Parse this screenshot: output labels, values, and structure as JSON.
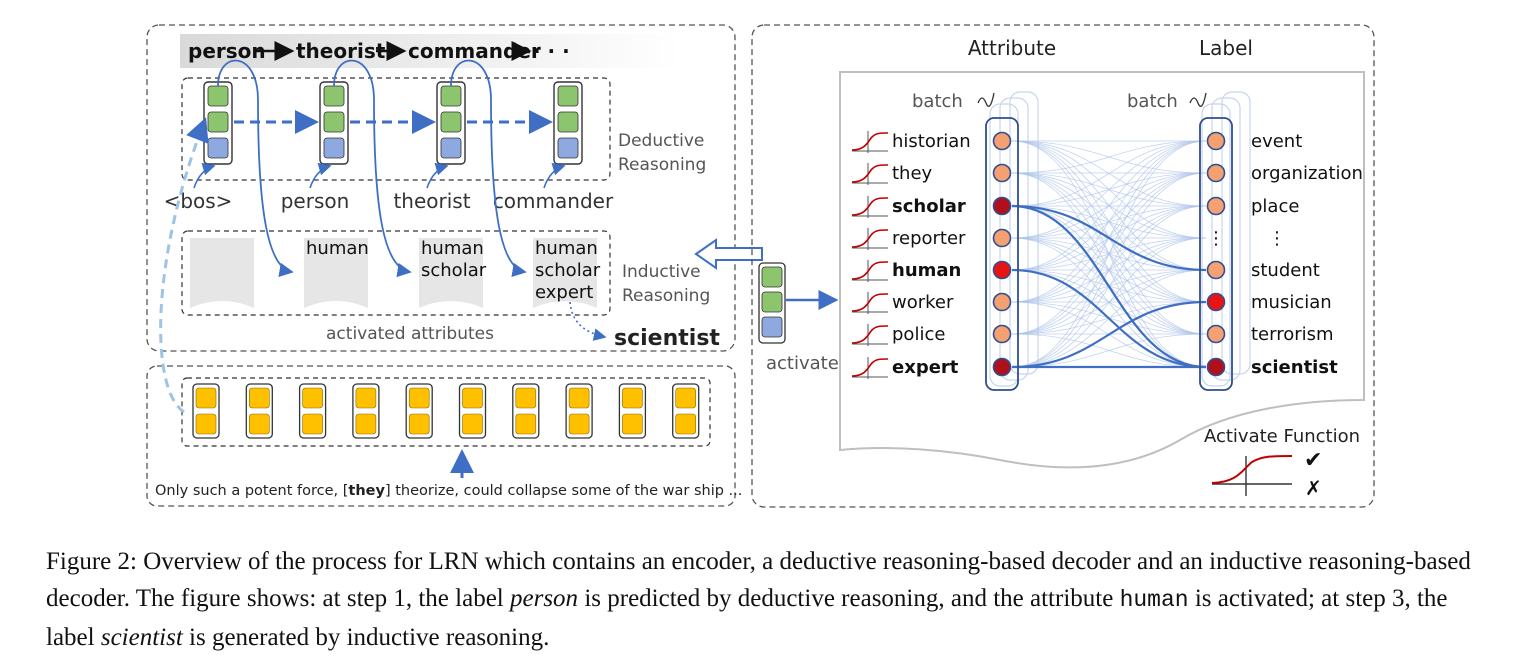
{
  "deductive": {
    "chain": [
      "person",
      "theorist",
      "commander",
      "· · ·"
    ],
    "inputs": [
      "<bos>",
      "person",
      "theorist",
      "commander"
    ],
    "label": [
      "Deductive",
      "Reasoning"
    ]
  },
  "inductive": {
    "label": [
      "Inductive",
      "Reasoning"
    ],
    "cards": [
      [],
      [
        "human"
      ],
      [
        "human",
        "scholar"
      ],
      [
        "human",
        "scholar",
        "expert"
      ]
    ],
    "caption": "activated attributes",
    "output": "scientist"
  },
  "encoder": {
    "sentence_parts": [
      "Only such a potent force, [",
      "they",
      "] theorize, could collapse some of the war ship ..."
    ]
  },
  "activate_label": "activate",
  "network": {
    "attribute_header": "Attribute",
    "label_header": "Label",
    "batch": "batch",
    "attributes": [
      {
        "name": "historian",
        "bold": false,
        "color": "#f4a070"
      },
      {
        "name": "they",
        "bold": false,
        "color": "#f4a070"
      },
      {
        "name": "scholar",
        "bold": true,
        "color": "#b0101a"
      },
      {
        "name": "reporter",
        "bold": false,
        "color": "#f4a070"
      },
      {
        "name": "human",
        "bold": true,
        "color": "#e81414"
      },
      {
        "name": "worker",
        "bold": false,
        "color": "#f4a070"
      },
      {
        "name": "police",
        "bold": false,
        "color": "#f4a070"
      },
      {
        "name": "expert",
        "bold": true,
        "color": "#b0101a"
      }
    ],
    "labels": [
      {
        "name": "event",
        "bold": false,
        "color": "#f4a070"
      },
      {
        "name": "organization",
        "bold": false,
        "color": "#f4a070"
      },
      {
        "name": "place",
        "bold": false,
        "color": "#f4a070"
      },
      {
        "name": "⋮",
        "bold": false,
        "color": null
      },
      {
        "name": "student",
        "bold": false,
        "color": "#f4a070"
      },
      {
        "name": "musician",
        "bold": false,
        "color": "#e81414"
      },
      {
        "name": "terrorism",
        "bold": false,
        "color": "#f4a070"
      },
      {
        "name": "scientist",
        "bold": true,
        "color": "#b0101a"
      }
    ],
    "activate_function": "Activate Function",
    "check": "✔",
    "cross": "✗"
  },
  "caption": {
    "p1": "Figure 2: Overview of the process for LRN which contains an encoder, a deductive reasoning-based decoder and an inductive reasoning-based decoder. The figure shows: at step 1, the label ",
    "i1": "person",
    "p2": " is predicted by deductive reasoning, and the attribute ",
    "m1": "human",
    "p3": " is activated; at step 3, the label ",
    "i2": "scientist",
    "p4": " is generated by inductive reasoning."
  },
  "colors": {
    "green": "#8cc56e",
    "blue_cell": "#8ea8e0",
    "yellow": "#ffc000",
    "arrow_blue": "#3e6fc4",
    "dash_blue": "#9dc3e6"
  }
}
